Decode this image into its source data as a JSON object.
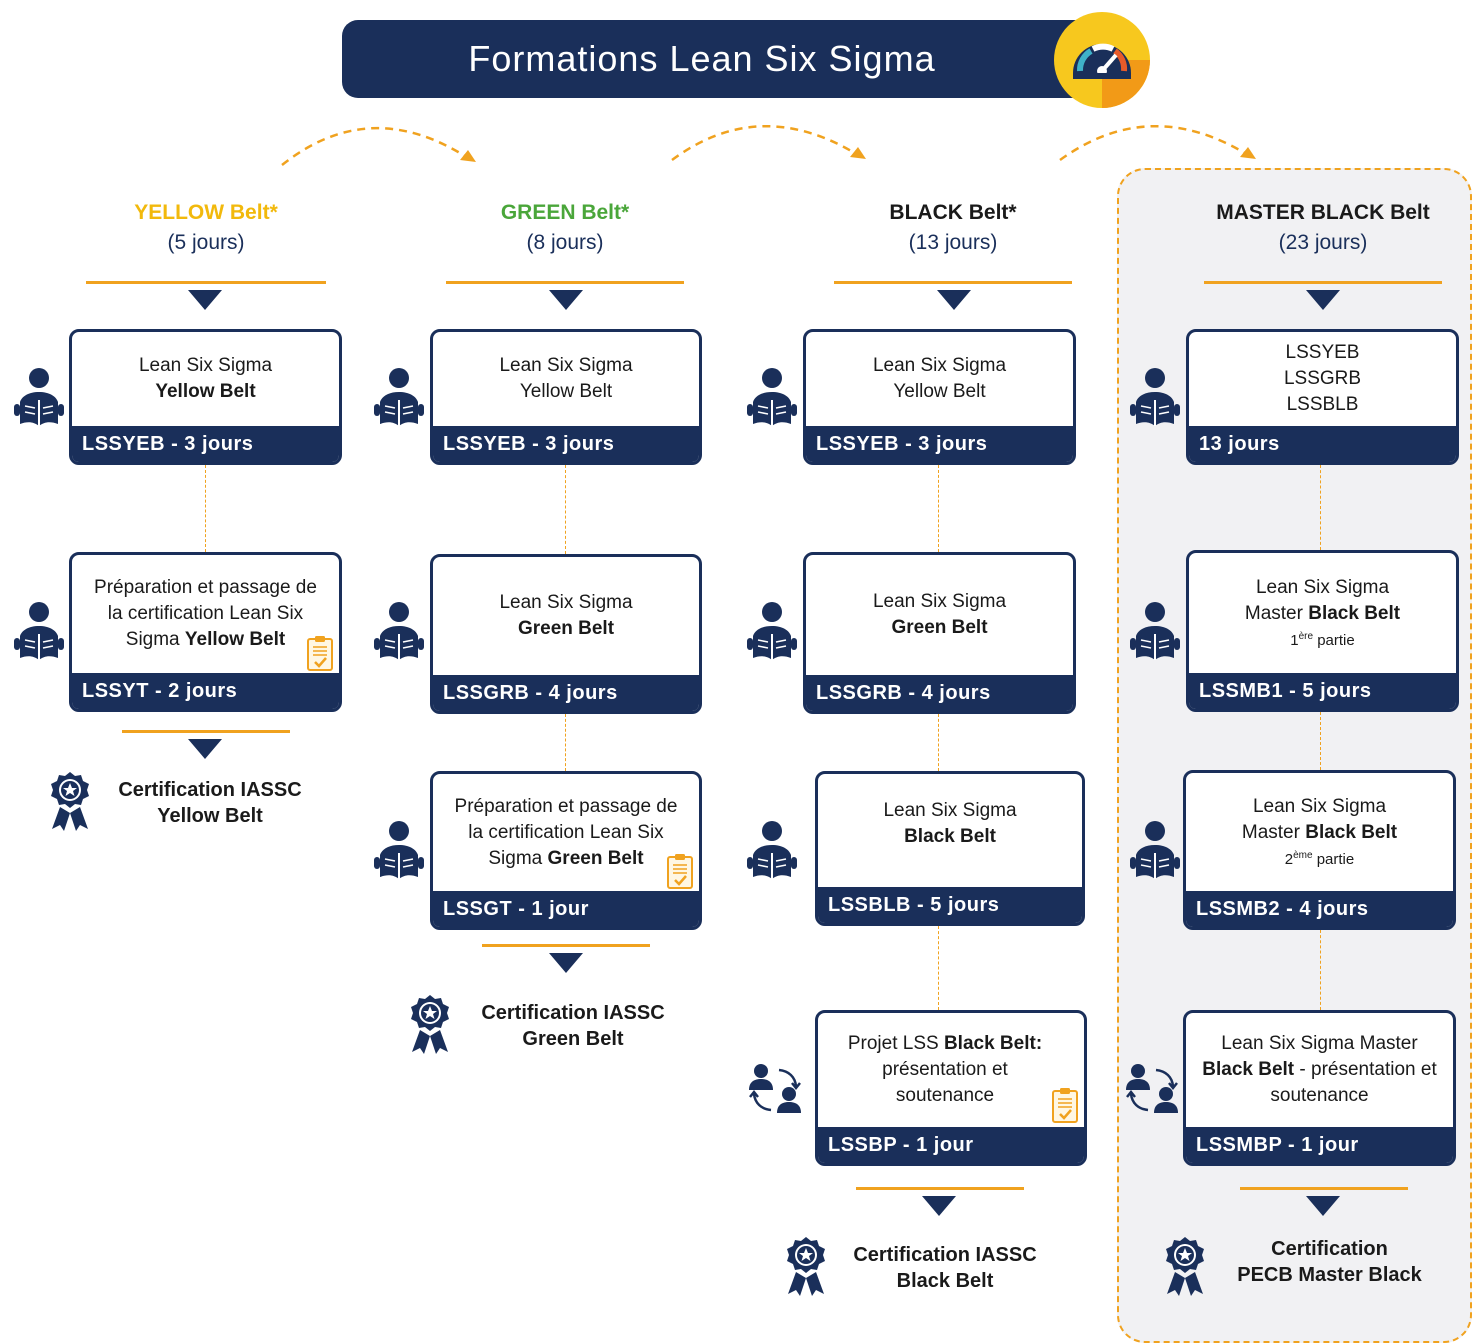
{
  "title": "Formations Lean Six Sigma",
  "colors": {
    "navy": "#1a2f5a",
    "orange": "#f0a21f",
    "yellow": "#f2b90c",
    "green": "#4aa63a"
  },
  "icons": {
    "reader": "person-reading-icon",
    "presenter": "people-exchange-icon",
    "certificate": "award-ribbon-icon",
    "clipboard": "clipboard-check-icon",
    "gauge": "speedometer-icon"
  },
  "columns": [
    {
      "belt": "YELLOW Belt*",
      "days": "(5 jours)",
      "cards": [
        {
          "line1": "Lean Six Sigma",
          "line2": "Yellow Belt",
          "footer": "LSSYEB - 3 jours"
        },
        {
          "line1": "Préparation et passage de",
          "line2": "la certification Lean Six",
          "line3_a": "Sigma ",
          "line3_b": "Yellow Belt",
          "footer": "LSSYT - 2 jours"
        }
      ],
      "cert": {
        "line1": "Certification IASSC",
        "line2": "Yellow Belt"
      }
    },
    {
      "belt": "GREEN Belt*",
      "days": "(8 jours)",
      "cards": [
        {
          "line1": "Lean Six Sigma",
          "line2": "Yellow Belt",
          "footer": "LSSYEB - 3 jours"
        },
        {
          "line1": "Lean Six Sigma",
          "line2": "Green Belt",
          "footer": "LSSGRB - 4 jours"
        },
        {
          "line1": "Préparation et passage de",
          "line2": "la certification Lean Six",
          "line3_a": "Sigma ",
          "line3_b": "Green Belt",
          "footer": "LSSGT - 1 jour"
        }
      ],
      "cert": {
        "line1": "Certification IASSC",
        "line2": "Green Belt"
      }
    },
    {
      "belt": "BLACK Belt*",
      "days": "(13 jours)",
      "cards": [
        {
          "line1": "Lean Six Sigma",
          "line2": "Yellow Belt",
          "footer": "LSSYEB - 3 jours"
        },
        {
          "line1": "Lean Six Sigma",
          "line2": "Green Belt",
          "footer": "LSSGRB - 4 jours"
        },
        {
          "line1": "Lean Six Sigma",
          "line2": "Black Belt",
          "footer": "LSSBLB - 5 jours"
        },
        {
          "line1_a": "Projet LSS ",
          "line1_b": "Black Belt:",
          "line2": "présentation et",
          "line3": "soutenance",
          "footer": "LSSBP - 1 jour"
        }
      ],
      "cert": {
        "line1": "Certification IASSC",
        "line2": "Black Belt"
      }
    },
    {
      "belt": "MASTER BLACK Belt",
      "days": "(23 jours)",
      "cards": [
        {
          "line1": "LSSYEB",
          "line2": "LSSGRB",
          "line3": "LSSBLB",
          "footer": "13 jours"
        },
        {
          "line1": "Lean Six Sigma",
          "line2_a": "Master ",
          "line2_b": "Black Belt",
          "line3_sup": "ère",
          "line3_a": "1",
          "line3_b": " partie",
          "footer": "LSSMB1 - 5 jours"
        },
        {
          "line1": "Lean Six Sigma",
          "line2_a": "Master ",
          "line2_b": "Black Belt",
          "line3_sup": "ème",
          "line3_a": "2",
          "line3_b": " partie",
          "footer": "LSSMB2 - 4 jours"
        },
        {
          "line1": "Lean Six Sigma Master",
          "line2_a": "Black Belt",
          "line2_b": " - présentation et",
          "line3": "soutenance",
          "footer": "LSSMBP - 1 jour"
        }
      ],
      "cert": {
        "line1": "Certification",
        "line2": "PECB Master Black"
      }
    }
  ]
}
